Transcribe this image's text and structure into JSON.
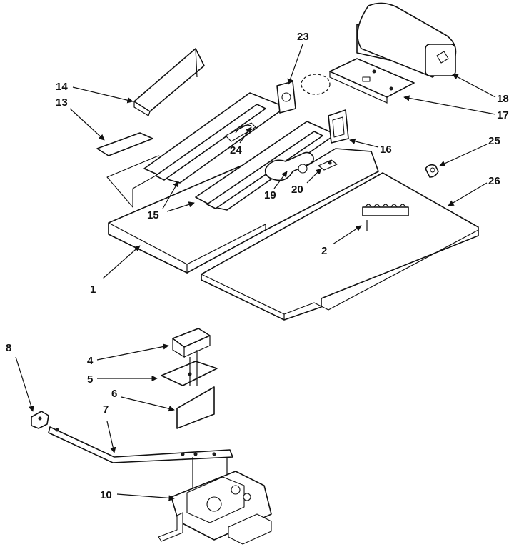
{
  "callouts": [
    {
      "id": "c1",
      "label": "1"
    },
    {
      "id": "c2",
      "label": "2"
    },
    {
      "id": "c4",
      "label": "4"
    },
    {
      "id": "c5",
      "label": "5"
    },
    {
      "id": "c6",
      "label": "6"
    },
    {
      "id": "c7",
      "label": "7"
    },
    {
      "id": "c8",
      "label": "8"
    },
    {
      "id": "c10",
      "label": "10"
    },
    {
      "id": "c13",
      "label": "13"
    },
    {
      "id": "c14",
      "label": "14"
    },
    {
      "id": "c15",
      "label": "15"
    },
    {
      "id": "c16",
      "label": "16"
    },
    {
      "id": "c17",
      "label": "17"
    },
    {
      "id": "c18",
      "label": "18"
    },
    {
      "id": "c19",
      "label": "19"
    },
    {
      "id": "c20",
      "label": "20"
    },
    {
      "id": "c23",
      "label": "23"
    },
    {
      "id": "c24",
      "label": "24"
    },
    {
      "id": "c25",
      "label": "25"
    },
    {
      "id": "c26",
      "label": "26"
    }
  ]
}
